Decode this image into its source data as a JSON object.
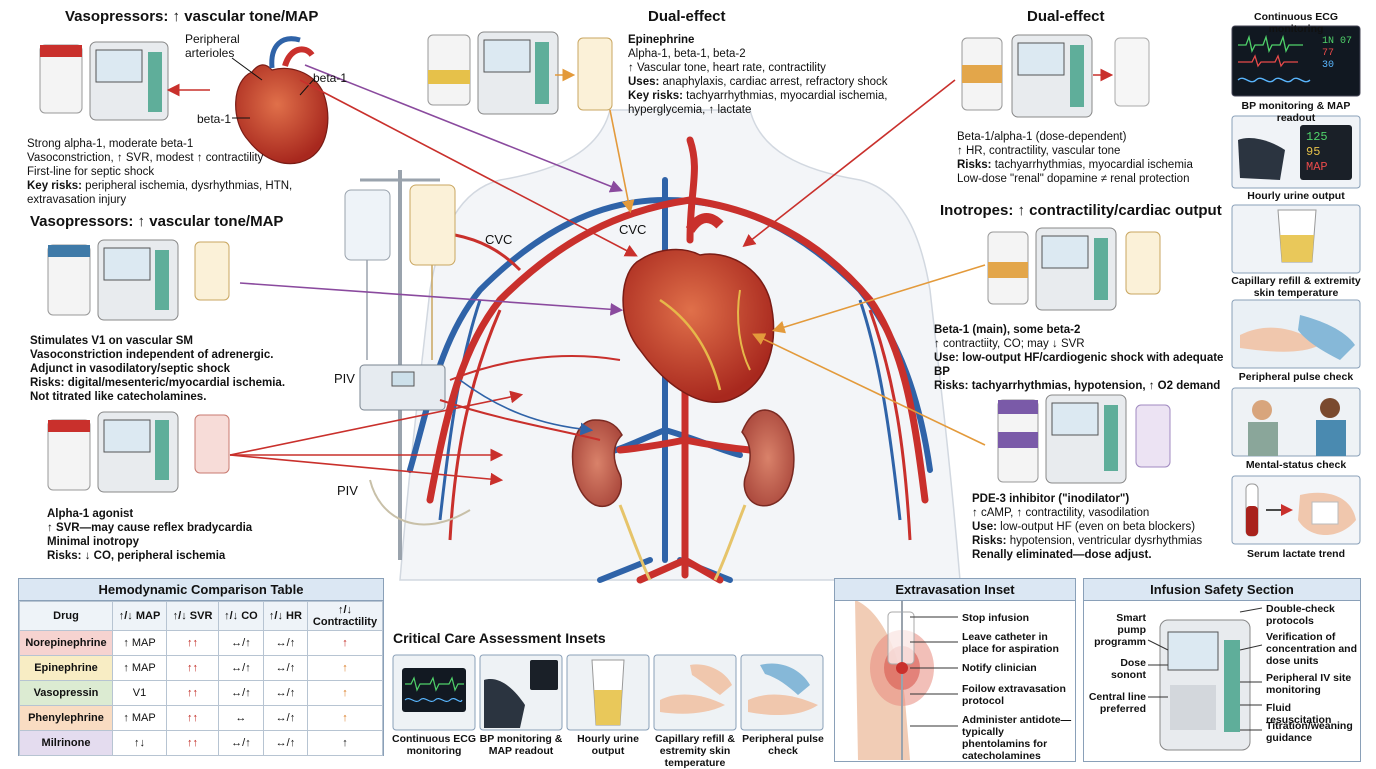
{
  "colors": {
    "artery": "#c9302c",
    "vein": "#2f63a8",
    "purple": "#8a4a9e",
    "orange": "#e39a3b",
    "header_bg": "#dbe7f3"
  },
  "vasopressors_top": {
    "heading": "Vasopressors: ↑ vascular tone/MAP",
    "label_arterioles": "Peripheral arterioles",
    "label_beta1_a": "beta-1",
    "label_beta1_b": "beta-1",
    "lines": [
      "Strong alpha-1, moderate beta-1",
      "Vasoconstriction, ↑ SVR, modest ↑ contractility",
      "First-line for septic shock"
    ],
    "risks_label": "Key risks:",
    "risks": " peripheral ischemia, dysrhythmias, HTN, extravasation injury"
  },
  "vasopressors_mid": {
    "heading": "Vasopressors: ↑ vascular tone/MAP",
    "lines": [
      "Stimulates V1 on vascular SM",
      "Vasoconstriction independent of adrenergic.",
      "Adjunct in vasodilatory/septic shock",
      "Risks: digital/mesenteric/myocardial ischemia.",
      "Not titrated like catecholamines."
    ]
  },
  "alpha_agonist": {
    "lines": [
      "Alpha-1 agonist",
      "↑ SVR—may cause reflex bradycardia",
      "Minimal inotropy",
      "Risks: ↓ CO, peripheral ischemia"
    ]
  },
  "epinephrine": {
    "heading": "Dual-effect",
    "name": "Epinephrine",
    "line1": "Alpha-1, beta-1, beta-2",
    "line2": "↑ Vascular tone, heart rate, contractility",
    "uses_label": "Uses:",
    "uses": " anaphylaxis, cardiac arrest, refractory shock",
    "risks_label": "Key risks:",
    "risks": " tachyarrhythmias, myocardial ischemia, hyperglycemia, ↑ lactate"
  },
  "dopamine": {
    "heading": "Dual-effect",
    "line1": "Beta-1/alpha-1 (dose-dependent)",
    "line2": "↑ HR, contractility, vascular tone",
    "risks_label": "Risks:",
    "risks": " tachyarrhythmias, myocardial ischemia",
    "line4": "Low-dose \"renal\" dopamine ≠ renal protection"
  },
  "inotropes": {
    "heading": "Inotropes: ↑ contractility/cardiac output",
    "line1": "Beta-1 (main), some beta-2",
    "line2": "↑ contractiity, CO; may ↓ SVR",
    "use_label": "Use:",
    "use": " low-output HF/cardiogenic shock with adequate BP",
    "risks_label": "Risks:",
    "risks": " tachyarrhythmias, hypotension, ↑ O2 demand"
  },
  "pde3": {
    "line1": "PDE-3 inhibitor (\"inodilator\")",
    "line2": "↑ cAMP, ↑ contractility, vasodilation",
    "use_label": "Use:",
    "use": " low-output HF (even on beta blockers)",
    "risks_label": "Risks:",
    "risks": " hypotension, ventricular dysrhythmias",
    "line5": "Renally eliminated—dose adjust."
  },
  "body_labels": {
    "cvc_left": "CVC",
    "cvc_right": "CVC",
    "piv_top": "PIV",
    "piv_bottom": "PIV"
  },
  "monitoring": [
    "Continuous ECG monitoring",
    "BP monitoring & MAP readout",
    "Hourly urine output",
    "Capillary refill & extremity skin temperature",
    "Peripheral pulse check",
    "Mental-status check",
    "Serum lactate trend"
  ],
  "table": {
    "title": "Hemodynamic Comparison Table",
    "headers": [
      "Drug",
      "↑/↓ MAP",
      "↑/↓ SVR",
      "↑/↓ CO",
      "↑/↓ HR",
      "↑/↓ Contractility"
    ],
    "rows": [
      {
        "drug": "Norepinephrine",
        "map": "↑ MAP",
        "svr": "↑↑",
        "co": "↔/↑",
        "hr": "↔/↑",
        "con": "↑",
        "color": "#f6d3d0"
      },
      {
        "drug": "Epinephrine",
        "map": "↑ MAP",
        "svr": "↑↑",
        "co": "↔/↑",
        "hr": "↔/↑",
        "con": "↑",
        "color": "#f8edc4"
      },
      {
        "drug": "Vasopressin",
        "map": "V1",
        "svr": "↑↑",
        "co": "↔/↑",
        "hr": "↔/↑",
        "con": "↑",
        "color": "#dcebd2"
      },
      {
        "drug": "Phenylephrine",
        "map": "↑ MAP",
        "svr": "↑↑",
        "co": "↔",
        "hr": "↔/↑",
        "con": "↑",
        "color": "#f9dcc2"
      },
      {
        "drug": "Milrinone",
        "map": "↑↓",
        "svr": "↑↑",
        "co": "↔/↑",
        "hr": "↔/↑",
        "con": "↑",
        "color": "#e4dcef"
      }
    ]
  },
  "assessment": {
    "title": "Critical Care Assessment Insets",
    "items": [
      "Continuous ECG monitoring",
      "BP monitoring & MAP readout",
      "Hourly urine output",
      "Capillary refill & estremity skin temperature",
      "Peripheral pulse check"
    ]
  },
  "extravasation": {
    "title": "Extravasation Inset",
    "steps": [
      "Stop infusion",
      "Leave catheter in place for aspiration",
      "Notify clinician",
      "Foilow extravasation protocol",
      "Administer antidote—typically phentolamins for catecholamines"
    ]
  },
  "infusion": {
    "title": "Infusion Safety Section",
    "left": [
      "Smart pump programm",
      "Dose sonont",
      "Central line preferred"
    ],
    "right": [
      "Double-check protocols",
      "Verification of concentration and dose units",
      "Peripheral IV site monitoring",
      "Fluid resuscitation",
      "Titration/weaning guidance"
    ]
  },
  "ecg_readouts": {
    "v1": "1N",
    "v2": "07",
    "v3": "77",
    "v4": "30"
  },
  "bp_readouts": {
    "v1": "125",
    "v2": "95",
    "v3": "MAP"
  }
}
